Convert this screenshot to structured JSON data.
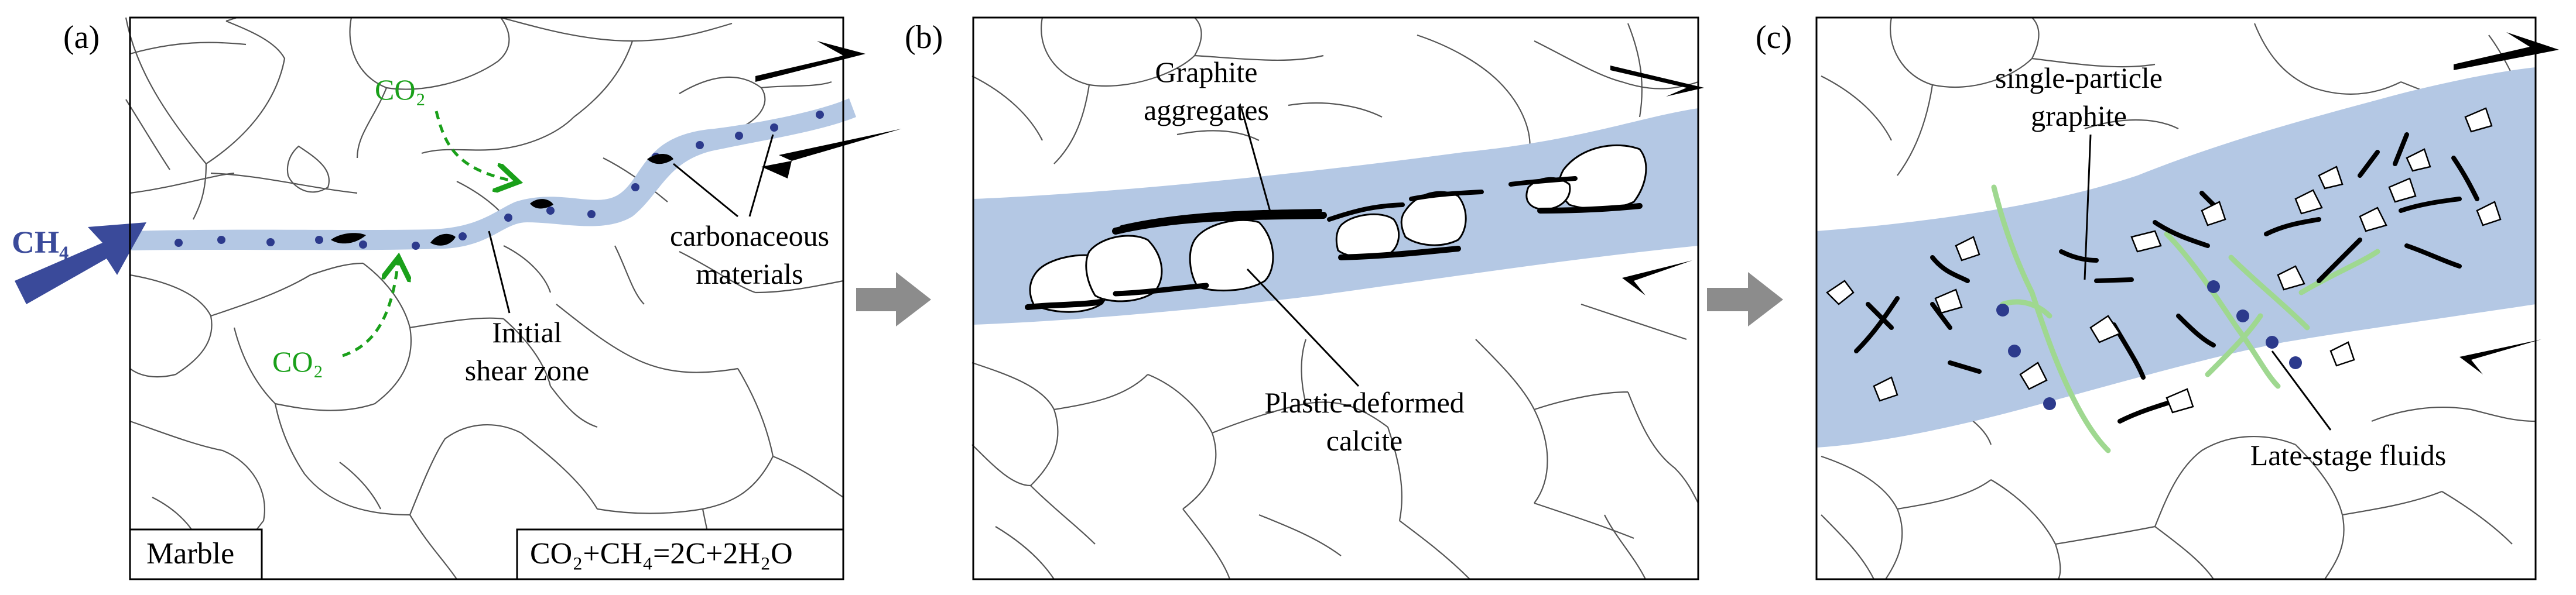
{
  "panels": {
    "a": {
      "label": "(a)",
      "ch4": "CH₄",
      "co2_top": "CO₂",
      "co2_bottom": "CO₂",
      "shear_zone": [
        "Initial",
        "shear zone"
      ],
      "carbonaceous": [
        "carbonaceous",
        "materials"
      ],
      "marble": "Marble",
      "reaction": "CO₂+CH₄=2C+2H₂O"
    },
    "b": {
      "label": "(b)",
      "graphite": [
        "Graphite",
        "aggregates"
      ],
      "calcite": [
        "Plastic-deformed",
        "calcite"
      ]
    },
    "c": {
      "label": "(c)",
      "single": [
        "single-particle",
        "graphite"
      ],
      "fluids": "Late-stage fluids"
    }
  },
  "colors": {
    "shear_zone": "#b4c8e4",
    "co2_arrow": "#1aa01a",
    "ch4_arrow": "#3a4a9a",
    "transition_arrow": "#8c8c8c",
    "fluid": "#9fd890",
    "dots": "#2c3a8c"
  }
}
